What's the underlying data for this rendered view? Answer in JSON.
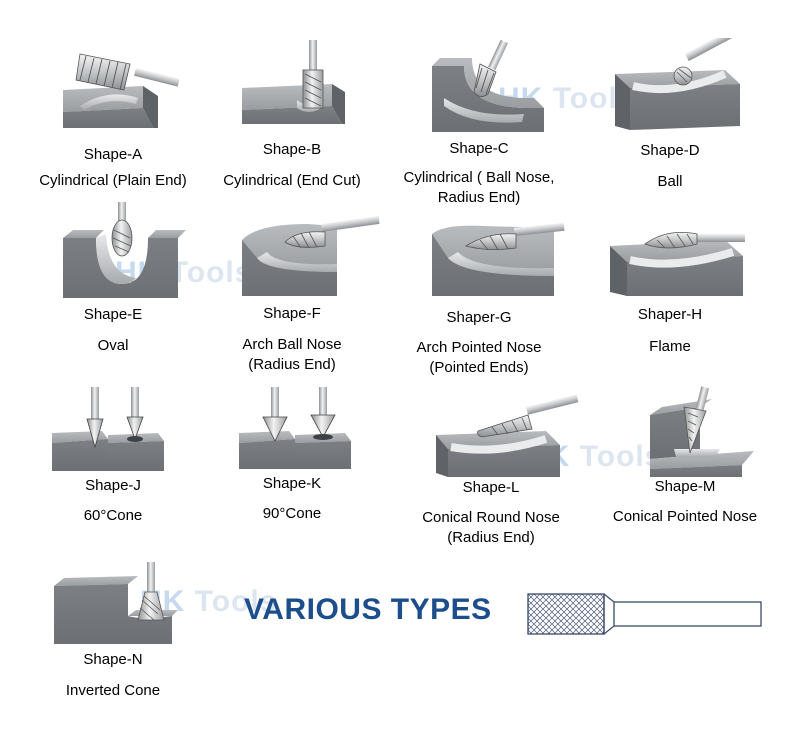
{
  "watermark": {
    "brand_hk": "HK",
    "brand_tools": "Tools"
  },
  "banner": {
    "title": "VARIOUS TYPES",
    "color": "#1d4e8c"
  },
  "shapes": [
    {
      "name": "Shape-A",
      "desc": "Cylindrical (Plain End)",
      "icon": "cylinder-plain-end-burr-icon"
    },
    {
      "name": "Shape-B",
      "desc": "Cylindrical (End Cut)",
      "icon": "cylinder-end-cut-burr-icon"
    },
    {
      "name": "Shape-C",
      "desc": "Cylindrical ( Ball Nose,\nRadius End)",
      "icon": "cylinder-ball-nose-burr-icon"
    },
    {
      "name": "Shape-D",
      "desc": "Ball",
      "icon": "ball-burr-icon"
    },
    {
      "name": "Shape-E",
      "desc": "Oval",
      "icon": "oval-burr-icon"
    },
    {
      "name": "Shape-F",
      "desc": "Arch Ball Nose\n(Radius End)",
      "icon": "arch-ball-nose-burr-icon"
    },
    {
      "name": "Shaper-G",
      "desc": "Arch Pointed Nose\n(Pointed Ends)",
      "icon": "arch-pointed-nose-burr-icon"
    },
    {
      "name": "Shaper-H",
      "desc": "Flame",
      "icon": "flame-burr-icon"
    },
    {
      "name": "Shape-J",
      "desc": "60°Cone",
      "icon": "cone-60-burr-icon"
    },
    {
      "name": "Shape-K",
      "desc": "90°Cone",
      "icon": "cone-90-burr-icon"
    },
    {
      "name": "Shape-L",
      "desc": "Conical Round Nose\n(Radius End)",
      "icon": "conical-round-nose-burr-icon"
    },
    {
      "name": "Shape-M",
      "desc": "Conical Pointed Nose",
      "icon": "conical-pointed-nose-burr-icon"
    },
    {
      "name": "Shape-N",
      "desc": "Inverted Cone",
      "icon": "inverted-cone-burr-icon"
    }
  ]
}
